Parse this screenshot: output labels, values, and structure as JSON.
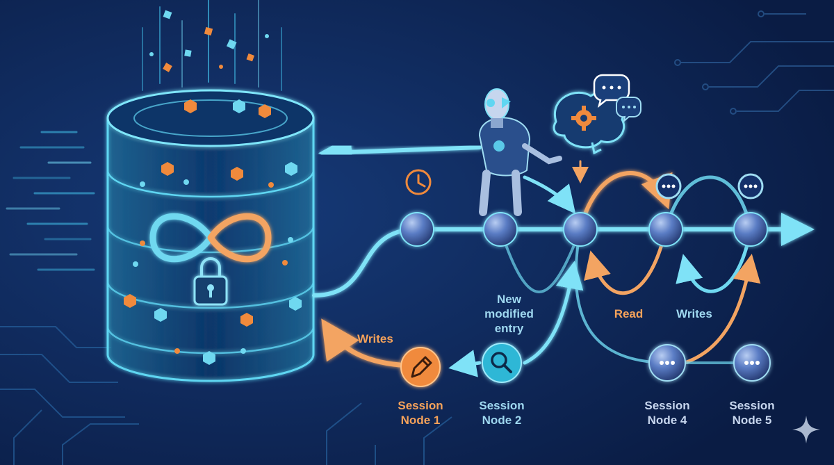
{
  "labels": {
    "writes_left": "Writes",
    "new_modified_entry": "New\nmodified\nentry",
    "read": "Read",
    "writes_right": "Writes",
    "session_node_1": "Session\nNode 1",
    "session_node_2": "Session\nNode 2",
    "session_node_4": "Session\nNode 4",
    "session_node_5": "Session\nNode 5"
  },
  "icons": {
    "storage": "database-cylinder-icon",
    "infinity": "infinity-icon",
    "lock": "padlock-icon",
    "robot": "robot-icon",
    "brain": "brain-gear-icon",
    "chat": "speech-bubble-icon",
    "clock": "clock-icon",
    "pencil": "pencil-icon",
    "search": "magnifier-icon",
    "ellipsis": "ellipsis-icon",
    "sparkle": "sparkle-icon"
  },
  "colors": {
    "background": "#0b1f4a",
    "cyan": "#5fd6f2",
    "orange": "#f08a3c",
    "node": "#4f6fb8"
  }
}
